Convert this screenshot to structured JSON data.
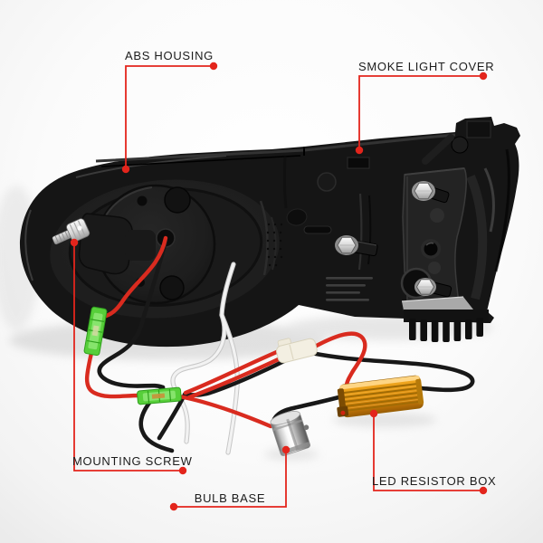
{
  "figure": {
    "type": "annotated-product-photo",
    "subject": "Smoked tail light assembly rear view with wiring harness, quick-splice connectors, bulb socket and LED load resistor on white studio background",
    "colors": {
      "background": "#fbfbfb",
      "callout_red": "#e3251c",
      "label_text": "#1c1c1c",
      "housing_black": "#151515",
      "resistor_gold": "#dd8e0e",
      "splice_green": "#57cf3a",
      "bulb_chrome": "#e8e8e8",
      "wire_red": "#d92b1f",
      "wire_black": "#181818",
      "wire_white": "#efefef",
      "plug_white": "#f3efe2"
    }
  },
  "callouts": [
    {
      "id": "abs-housing",
      "label": "ABS HOUSING"
    },
    {
      "id": "smoke-light-cover",
      "label": "SMOKE LIGHT COVER"
    },
    {
      "id": "mounting-screw",
      "label": "MOUNTING SCREW"
    },
    {
      "id": "bulb-base",
      "label": "BULB BASE"
    },
    {
      "id": "led-resistor-box",
      "label": "LED RESISTOR BOX"
    }
  ]
}
